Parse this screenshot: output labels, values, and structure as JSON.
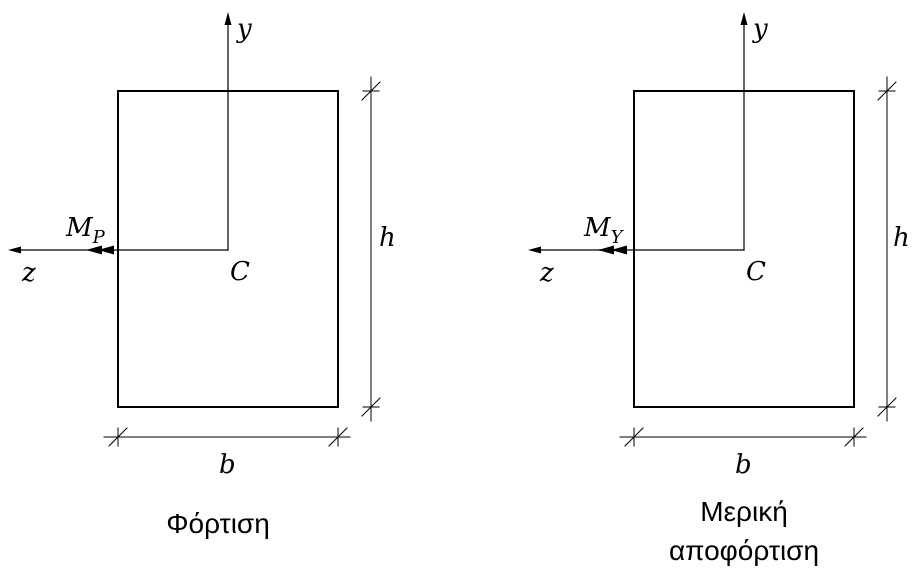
{
  "colors": {
    "ink": "#000000",
    "background": "#ffffff"
  },
  "left_panel": {
    "axis_y": "y",
    "axis_z": "z",
    "centroid": "C",
    "moment_main": "M",
    "moment_sub": "P",
    "height_label": "h",
    "width_label": "b",
    "caption_line1": "Φόρτιση"
  },
  "right_panel": {
    "axis_y": "y",
    "axis_z": "z",
    "centroid": "C",
    "moment_main": "M",
    "moment_sub": "Y",
    "height_label": "h",
    "width_label": "b",
    "caption_line1": "Μερική",
    "caption_line2": "αποφόρτιση"
  }
}
